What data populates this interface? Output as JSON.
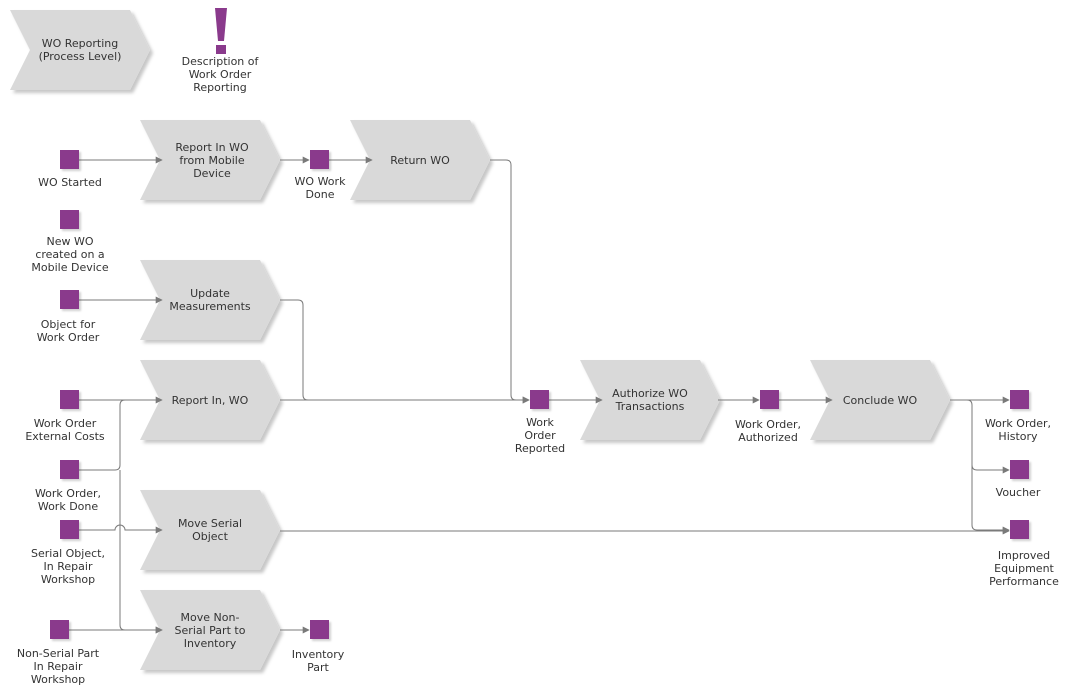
{
  "colors": {
    "event": "#8a3a8c",
    "process": "#d9d9d9",
    "connector": "#7a7a7a",
    "text": "#333333"
  },
  "header": {
    "process_level": "WO Reporting\n(Process Level)",
    "description": "Description of\nWork Order\nReporting",
    "description_icon": "exclamation-icon"
  },
  "processes": {
    "report_in_mobile": "Report In WO\nfrom Mobile\nDevice",
    "return_wo": "Return WO",
    "update_measurements": "Update\nMeasurements",
    "report_in_wo": "Report In, WO",
    "move_serial_object": "Move Serial\nObject",
    "move_non_serial": "Move Non-\nSerial Part to\nInventory",
    "authorize_transactions": "Authorize WO\nTransactions",
    "conclude_wo": "Conclude WO"
  },
  "events": {
    "wo_started": "WO Started",
    "wo_work_done": "WO Work\nDone",
    "new_wo_mobile": "New WO\ncreated on a\nMobile Device",
    "object_for_wo": "Object for\nWork Order",
    "wo_external_costs": "Work Order\nExternal Costs",
    "wo_work_done_2": "Work Order,\nWork Done",
    "serial_object_repair": "Serial Object,\nIn Repair\nWorkshop",
    "non_serial_part_repair": "Non-Serial Part\nIn Repair\nWorkshop",
    "inventory_part": "Inventory\nPart",
    "wo_reported": "Work\nOrder\nReported",
    "wo_authorized": "Work Order,\nAuthorized",
    "wo_history": "Work Order,\nHistory",
    "voucher": "Voucher",
    "improved_performance": "Improved\nEquipment\nPerformance"
  }
}
